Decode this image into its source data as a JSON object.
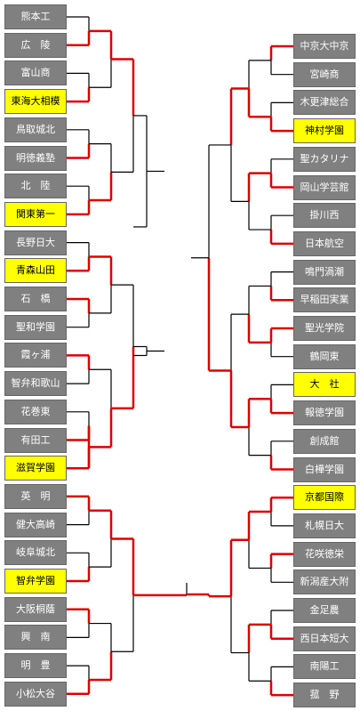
{
  "colors": {
    "cell": "#808080",
    "highlight": "#ffff00",
    "win_line": "#e00000",
    "line": "#000000"
  },
  "left_teams": [
    {
      "name": "熊本工",
      "hl": false
    },
    {
      "name": "広　陵",
      "hl": false
    },
    {
      "name": "富山商",
      "hl": false
    },
    {
      "name": "東海大相模",
      "hl": true
    },
    {
      "name": "鳥取城北",
      "hl": false
    },
    {
      "name": "明徳義塾",
      "hl": false
    },
    {
      "name": "北　陸",
      "hl": false
    },
    {
      "name": "関東第一",
      "hl": true
    },
    {
      "name": "長野日大",
      "hl": false
    },
    {
      "name": "青森山田",
      "hl": true
    },
    {
      "name": "石　橋",
      "hl": false
    },
    {
      "name": "聖和学園",
      "hl": false
    },
    {
      "name": "霞ヶ浦",
      "hl": false
    },
    {
      "name": "智弁和歌山",
      "hl": false
    },
    {
      "name": "花巻東",
      "hl": false
    },
    {
      "name": "有田工",
      "hl": false
    },
    {
      "name": "滋賀学園",
      "hl": true
    },
    {
      "name": "英　明",
      "hl": false
    },
    {
      "name": "健大高崎",
      "hl": false
    },
    {
      "name": "岐阜城北",
      "hl": false
    },
    {
      "name": "智弁学園",
      "hl": true
    },
    {
      "name": "大阪桐蔭",
      "hl": false
    },
    {
      "name": "興　南",
      "hl": false
    },
    {
      "name": "明　豊",
      "hl": false
    },
    {
      "name": "小松大谷",
      "hl": false
    }
  ],
  "right_teams": [
    {
      "name": "中京大中京",
      "hl": false
    },
    {
      "name": "宮崎商",
      "hl": false
    },
    {
      "name": "木更津総合",
      "hl": false
    },
    {
      "name": "神村学園",
      "hl": true
    },
    {
      "name": "聖カタリナ",
      "hl": false
    },
    {
      "name": "岡山学芸館",
      "hl": false
    },
    {
      "name": "掛川西",
      "hl": false
    },
    {
      "name": "日本航空",
      "hl": false
    },
    {
      "name": "鳴門渦潮",
      "hl": false
    },
    {
      "name": "早稲田実業",
      "hl": false
    },
    {
      "name": "聖光学院",
      "hl": false
    },
    {
      "name": "鶴岡東",
      "hl": false
    },
    {
      "name": "大　社",
      "hl": true
    },
    {
      "name": "報徳学園",
      "hl": false
    },
    {
      "name": "創成館",
      "hl": false
    },
    {
      "name": "白樺学園",
      "hl": false
    },
    {
      "name": "京都国際",
      "hl": true
    },
    {
      "name": "札幌日大",
      "hl": false
    },
    {
      "name": "花咲徳栄",
      "hl": false
    },
    {
      "name": "新潟産大附",
      "hl": false
    },
    {
      "name": "金足農",
      "hl": false
    },
    {
      "name": "西日本短大",
      "hl": false
    },
    {
      "name": "南陽工",
      "hl": false
    },
    {
      "name": "菰　野",
      "hl": false
    }
  ]
}
